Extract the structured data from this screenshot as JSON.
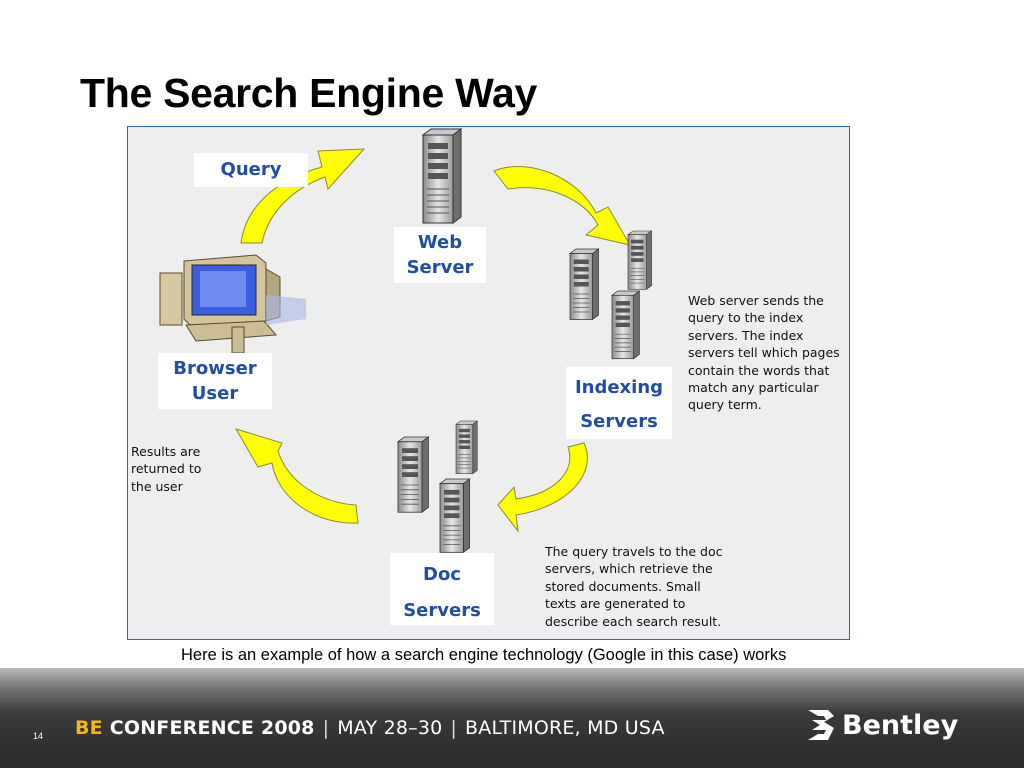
{
  "slide": {
    "title": "The Search Engine Way",
    "caption": "Here is an example of how a search engine technology (Google in this case) works",
    "page_number": "14"
  },
  "diagram": {
    "labels": {
      "query": "Query",
      "web_server_1": "Web",
      "web_server_2": "Server",
      "browser_1": "Browser",
      "browser_2": "User",
      "indexing_1": "Indexing",
      "indexing_2": "Servers",
      "doc_1": "Doc",
      "doc_2": "Servers"
    },
    "notes": {
      "index": "Web server sends the\nquery to the index\nservers. The index\nservers tell which pages\ncontain the words that\nmatch any particular\nquery term.",
      "results": "Results are\nreturned to\nthe user",
      "doc": "The query travels to the doc\nservers, which retrieve the\nstored documents. Small\ntexts are generated to\ndescribe each search result."
    },
    "colors": {
      "arrow": "#ffff00",
      "label_text": "#1f4ea3",
      "panel_border": "#3b5fd0"
    }
  },
  "footer": {
    "be": "BE",
    "conference": "CONFERENCE 2008",
    "dates": "MAY 28–30",
    "location": "BALTIMORE, MD USA",
    "brand": "Bentley"
  }
}
